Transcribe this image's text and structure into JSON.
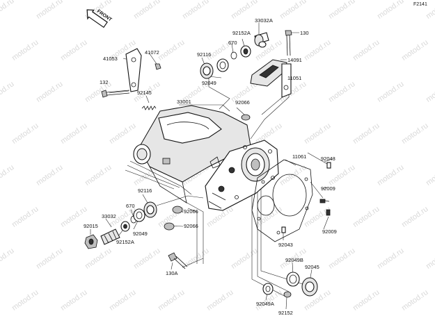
{
  "figure_code": "F2141",
  "front_label": "FRONT",
  "watermark": "motod.ru",
  "part_labels": {
    "p33032A": "33032A",
    "p130": "130",
    "p92152A_top": "92152A",
    "p670_top": "670",
    "p14091": "14091",
    "p41053": "41053",
    "p41072": "41072",
    "p92116_top": "92116",
    "p11051": "11051",
    "p92049_top": "92049",
    "p132": "132",
    "p92145": "92145",
    "p33001": "33001",
    "p92066_top": "92066",
    "p11061": "11061",
    "p92043_top": "92043",
    "p92009_top": "92009",
    "p92009_bot": "92009",
    "p92116_mid": "92116",
    "p670_mid": "670",
    "p33032": "33032",
    "p92015": "92015",
    "p92049_mid": "92049",
    "p92152A_mid": "92152A",
    "p92066_mid": "92066",
    "p92066_low": "92066",
    "p92043_bot": "92043",
    "p92049B": "92049B",
    "p92045": "92045",
    "p130A": "130A",
    "p92049A": "92049A",
    "p92152": "92152"
  }
}
